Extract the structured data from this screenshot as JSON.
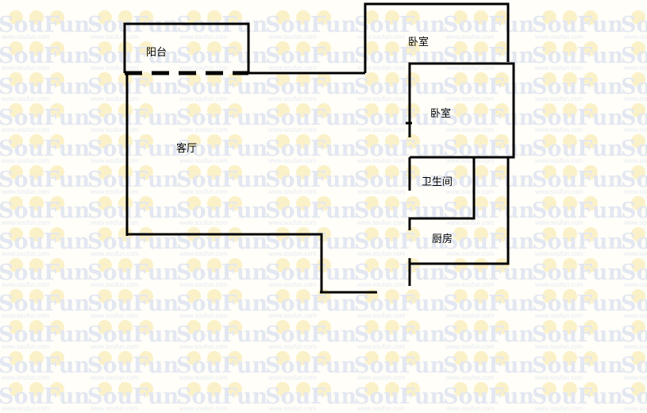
{
  "watermark": {
    "brand": "SouFun",
    "url": "www.soufun.com"
  },
  "rooms": {
    "balcony": "阳台",
    "bedroom_1": "卧室",
    "bedroom_2": "卧室",
    "living_room": "客厅",
    "bathroom": "卫生间",
    "kitchen": "厨房"
  }
}
